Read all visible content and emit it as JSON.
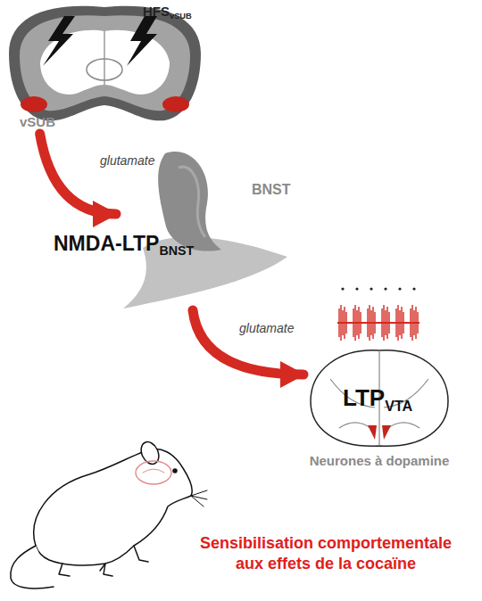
{
  "diagram": {
    "caption": "Sensibilisation comportementale aux effets de la cocaïne",
    "nodes": [
      {
        "text": [
          "HFS",
          "vSUB",
          "vSUB"
        ]
      },
      {
        "text": [
          "BNST",
          "NMDA-LTP",
          "BNST"
        ]
      },
      {
        "text": [
          "LTP",
          "VTA",
          "Neurones à dopamine"
        ]
      }
    ],
    "edges": [
      {
        "from": 0,
        "to": 1,
        "label": "glutamate",
        "arrow": "to"
      },
      {
        "from": 1,
        "to": 2,
        "label": "glutamate",
        "arrow": "to"
      }
    ]
  }
}
